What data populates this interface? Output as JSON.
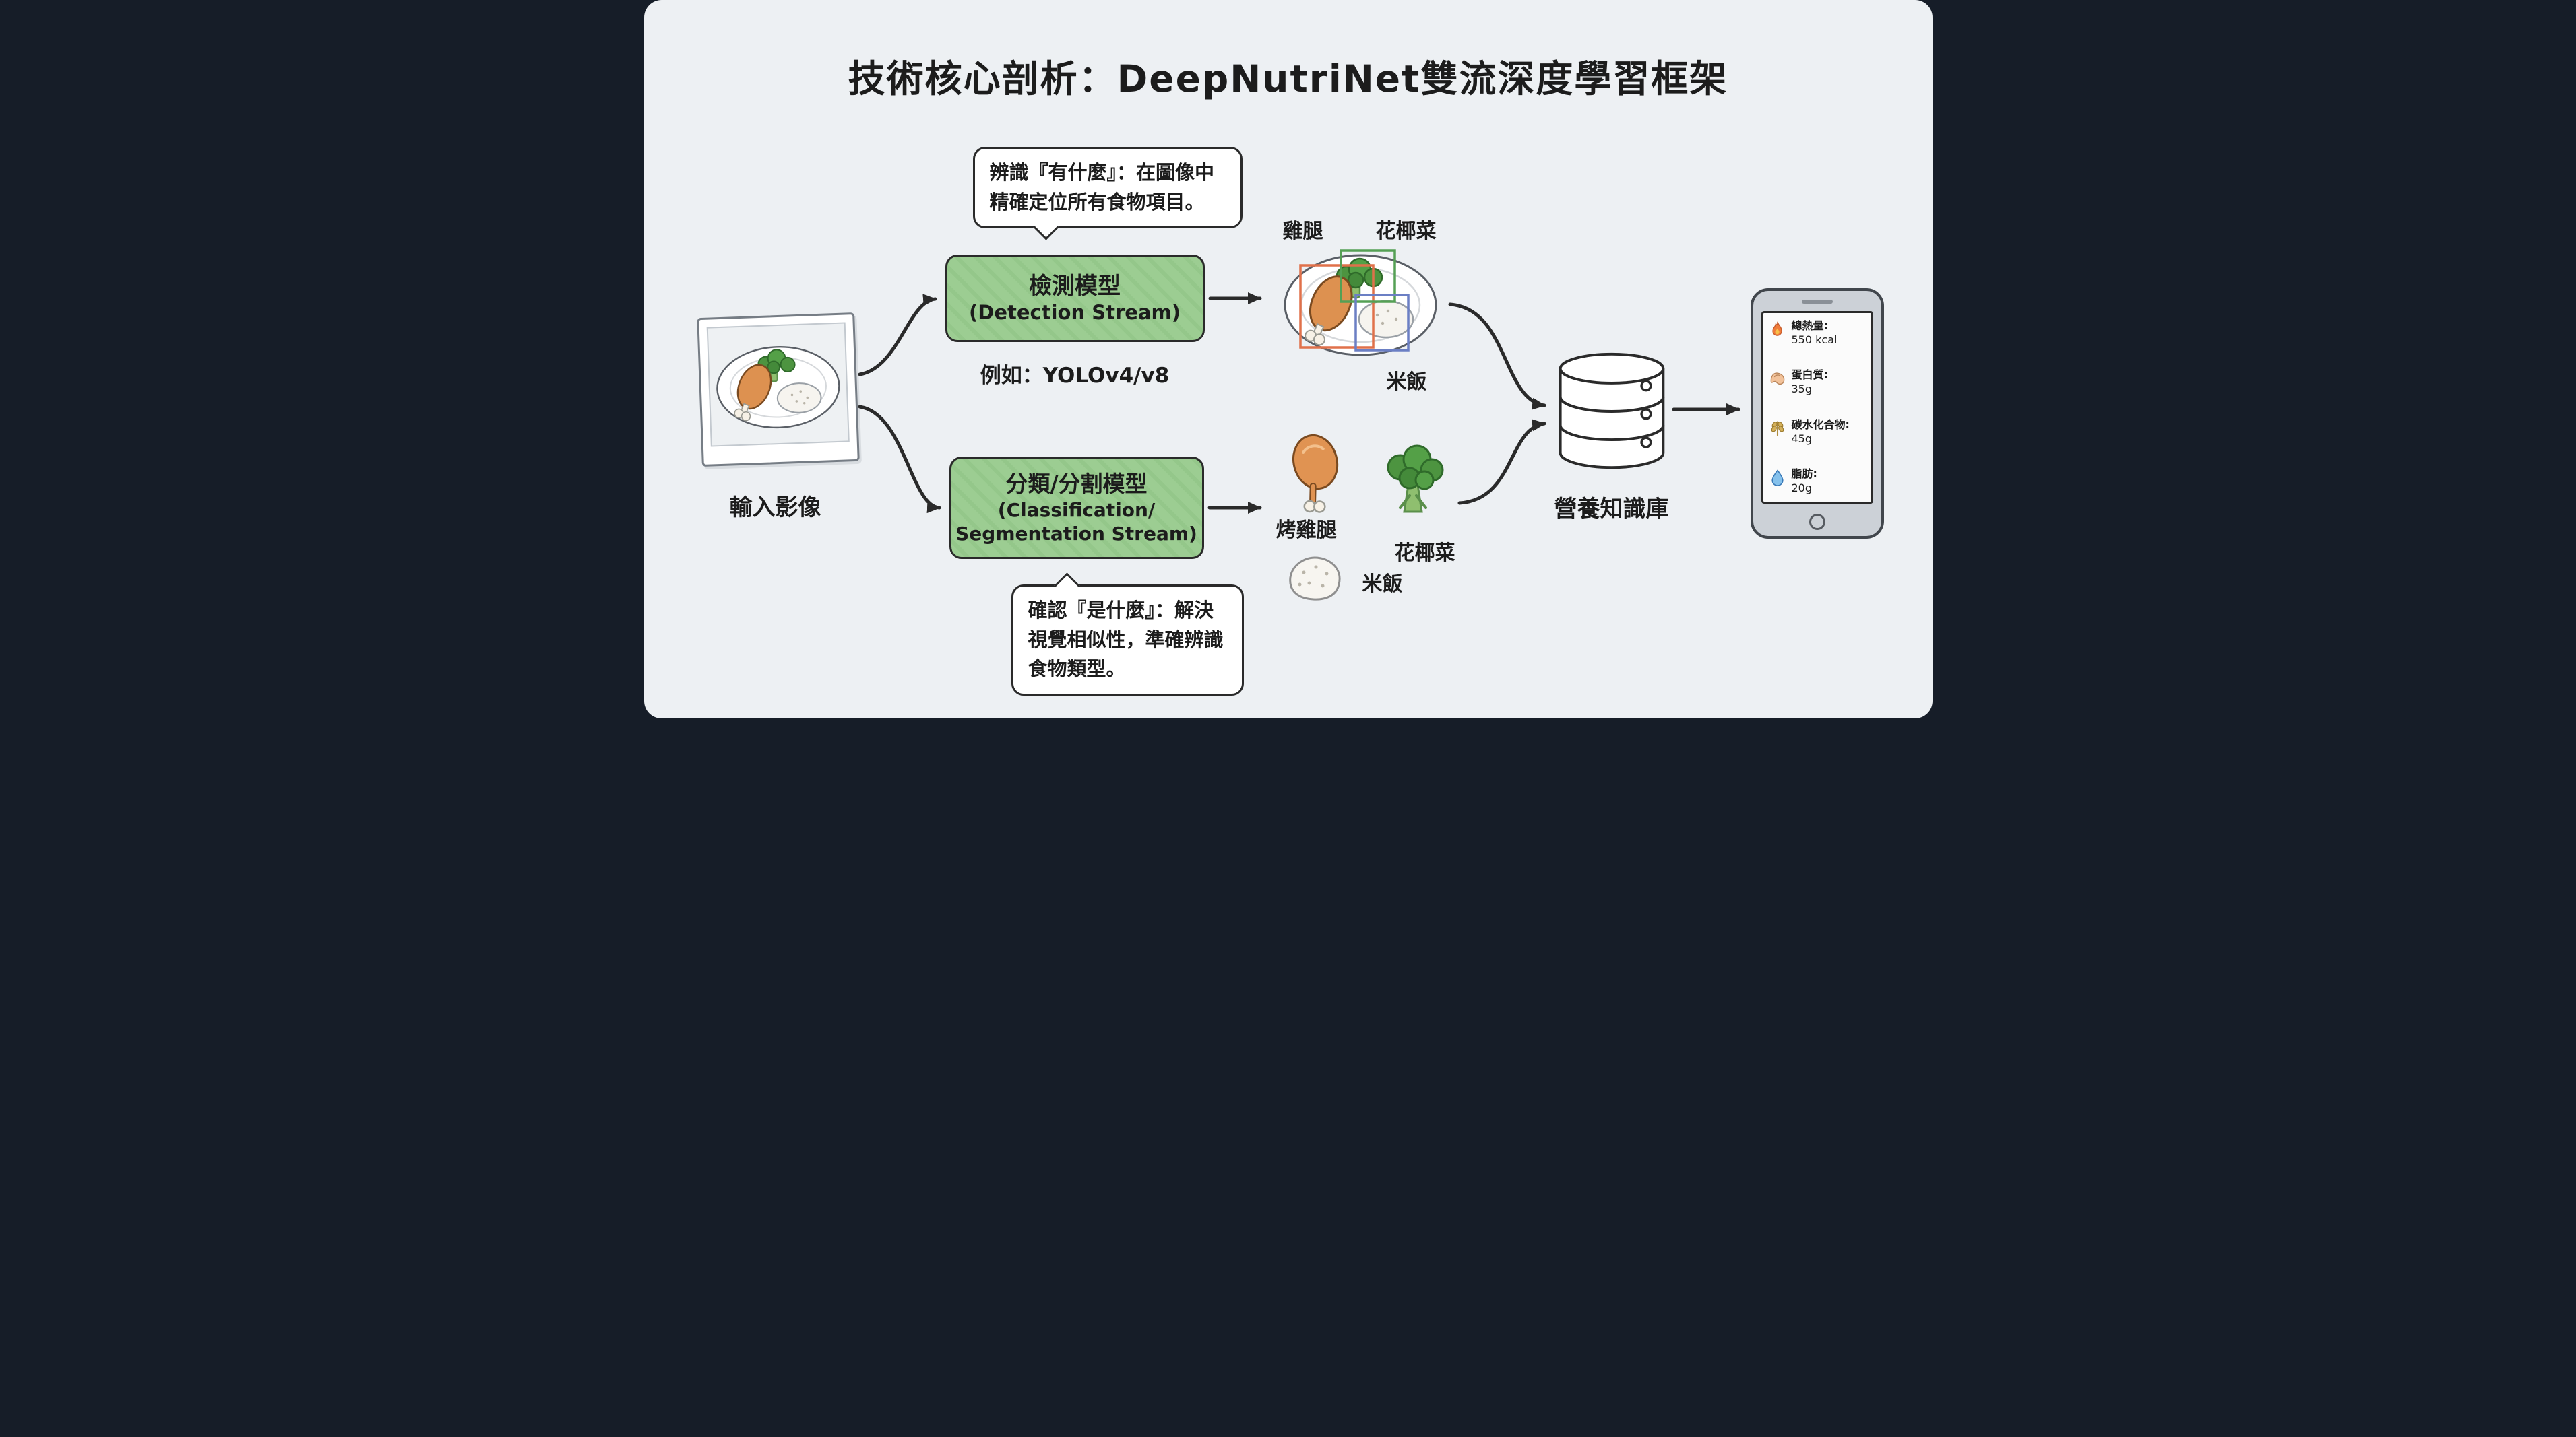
{
  "title": "技術核心剖析：DeepNutriNet雙流深度學習框架",
  "input": {
    "label": "輸入影像"
  },
  "detection": {
    "bubble": {
      "line1": "辨識『有什麼』：在圖像中",
      "line2": "精確定位所有食物項目。"
    },
    "box": {
      "line1": "檢測模型",
      "line2": "(Detection Stream)"
    },
    "example": "例如：YOLOv4/v8",
    "labels": {
      "chicken": "雞腿",
      "broccoli": "花椰菜",
      "rice": "米飯"
    }
  },
  "classification": {
    "box": {
      "line1": "分類/分割模型",
      "line2": "(Classification/",
      "line3": "Segmentation Stream)"
    },
    "bubble": {
      "line1": "確認『是什麼』：解決",
      "line2": "視覺相似性，準確辨識",
      "line3": "食物類型。"
    },
    "labels": {
      "chicken": "烤雞腿",
      "broccoli": "花椰菜",
      "rice": "米飯"
    }
  },
  "database": {
    "label": "營養知識庫"
  },
  "phone": {
    "rows": [
      {
        "icon": "flame-icon",
        "label": "總熱量:",
        "value": "550 kcal"
      },
      {
        "icon": "muscle-icon",
        "label": "蛋白質:",
        "value": "35g"
      },
      {
        "icon": "wheat-icon",
        "label": "碳水化合物:",
        "value": "45g"
      },
      {
        "icon": "droplet-icon",
        "label": "脂肪:",
        "value": "20g"
      }
    ]
  },
  "colors": {
    "background": "#edf0f3",
    "box_green": "#9ccd92",
    "outline": "#2a2a2a",
    "bbox_chicken": "#e0714a",
    "bbox_broccoli": "#55a055",
    "bbox_rice": "#6b7fc4"
  }
}
